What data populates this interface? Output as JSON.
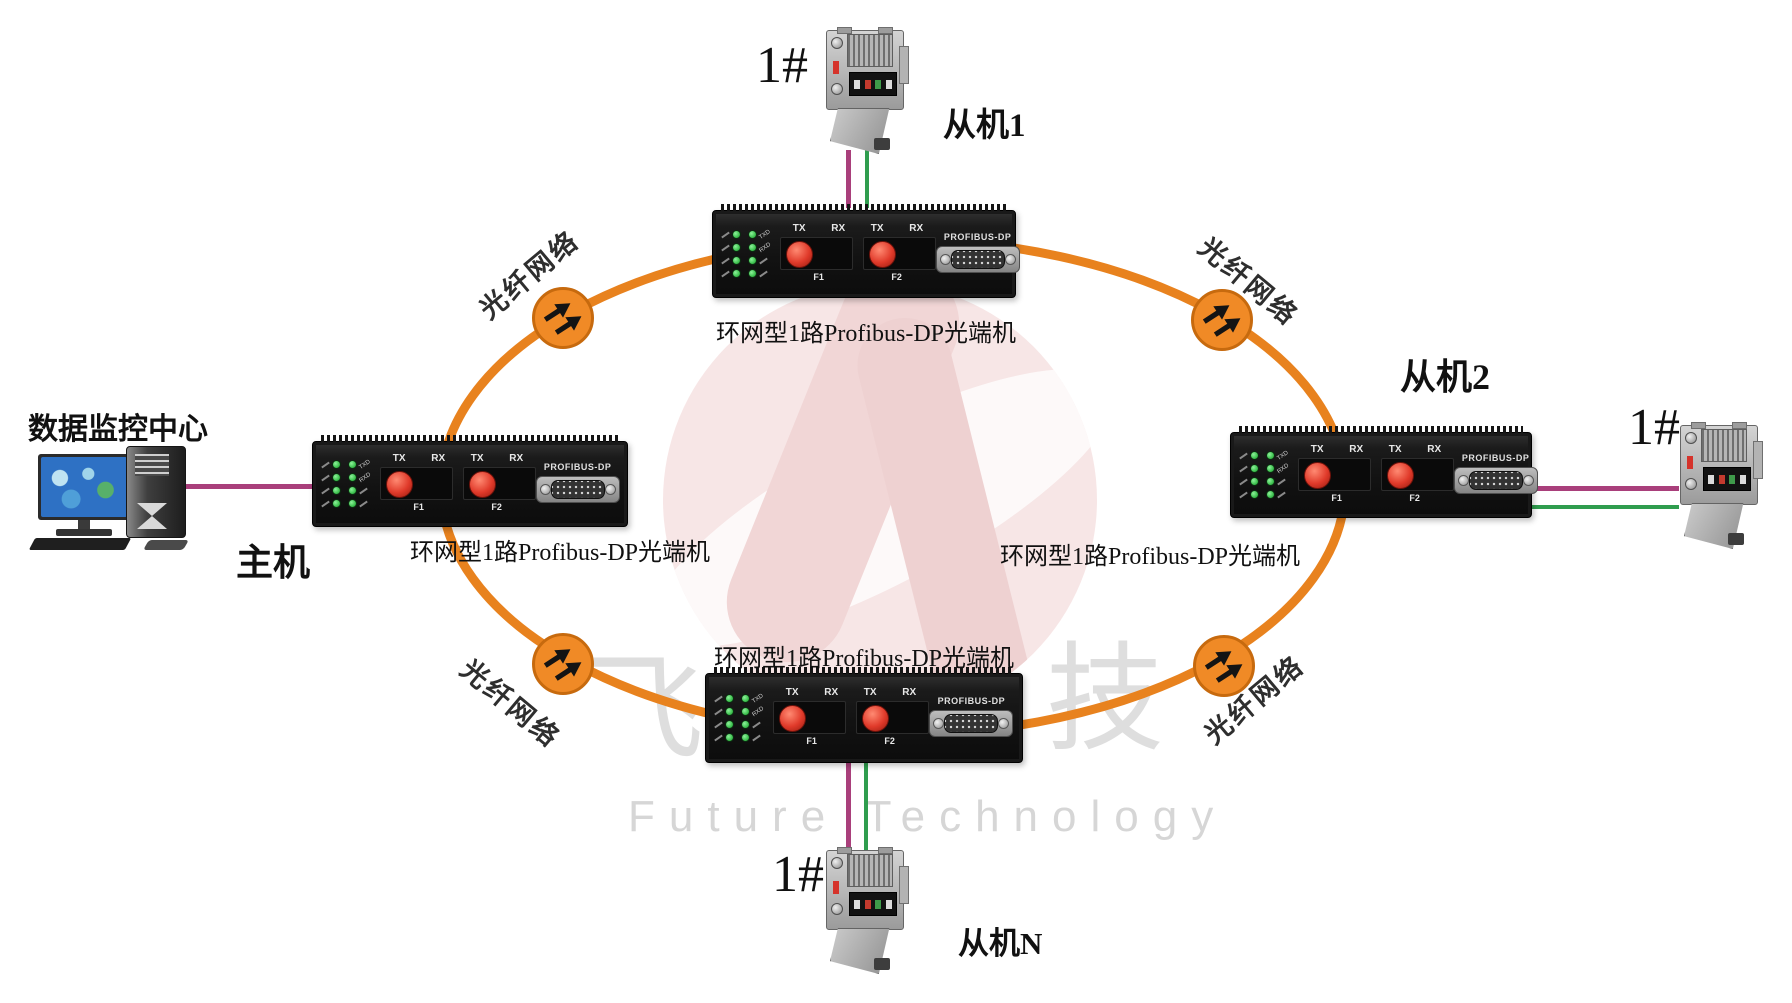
{
  "diagram": {
    "monitor_station": {
      "title": "数据监控中心",
      "role_label": "主机"
    },
    "device_caption": "环网型1路Profibus-DP光端机",
    "ring_label": "光纤网络",
    "slave_top": {
      "tag": "1#",
      "name": "从机1"
    },
    "slave_right": {
      "tag": "1#",
      "name": "从机2"
    },
    "slave_bottom": {
      "tag": "1#",
      "name": "从机N"
    }
  },
  "device_panel": {
    "tx": "TX",
    "rx": "RX",
    "f1": "F1",
    "f2": "F2",
    "dp_port": "PROFIBUS-DP",
    "led_txd": "TXD",
    "led_rxd": "RXD"
  },
  "watermark": {
    "latin": "Future Technology",
    "glyph_left": "飞",
    "glyph_right": "技"
  },
  "colors": {
    "ring_orange": "#E8821E",
    "icon_orange": "#F08A26",
    "line_magenta": "#A93F7B",
    "line_green": "#2F9D4E",
    "led_green": "#3EC24F",
    "fc_red": "#E03A2A",
    "watermark_pink": "#F6E2E2"
  }
}
